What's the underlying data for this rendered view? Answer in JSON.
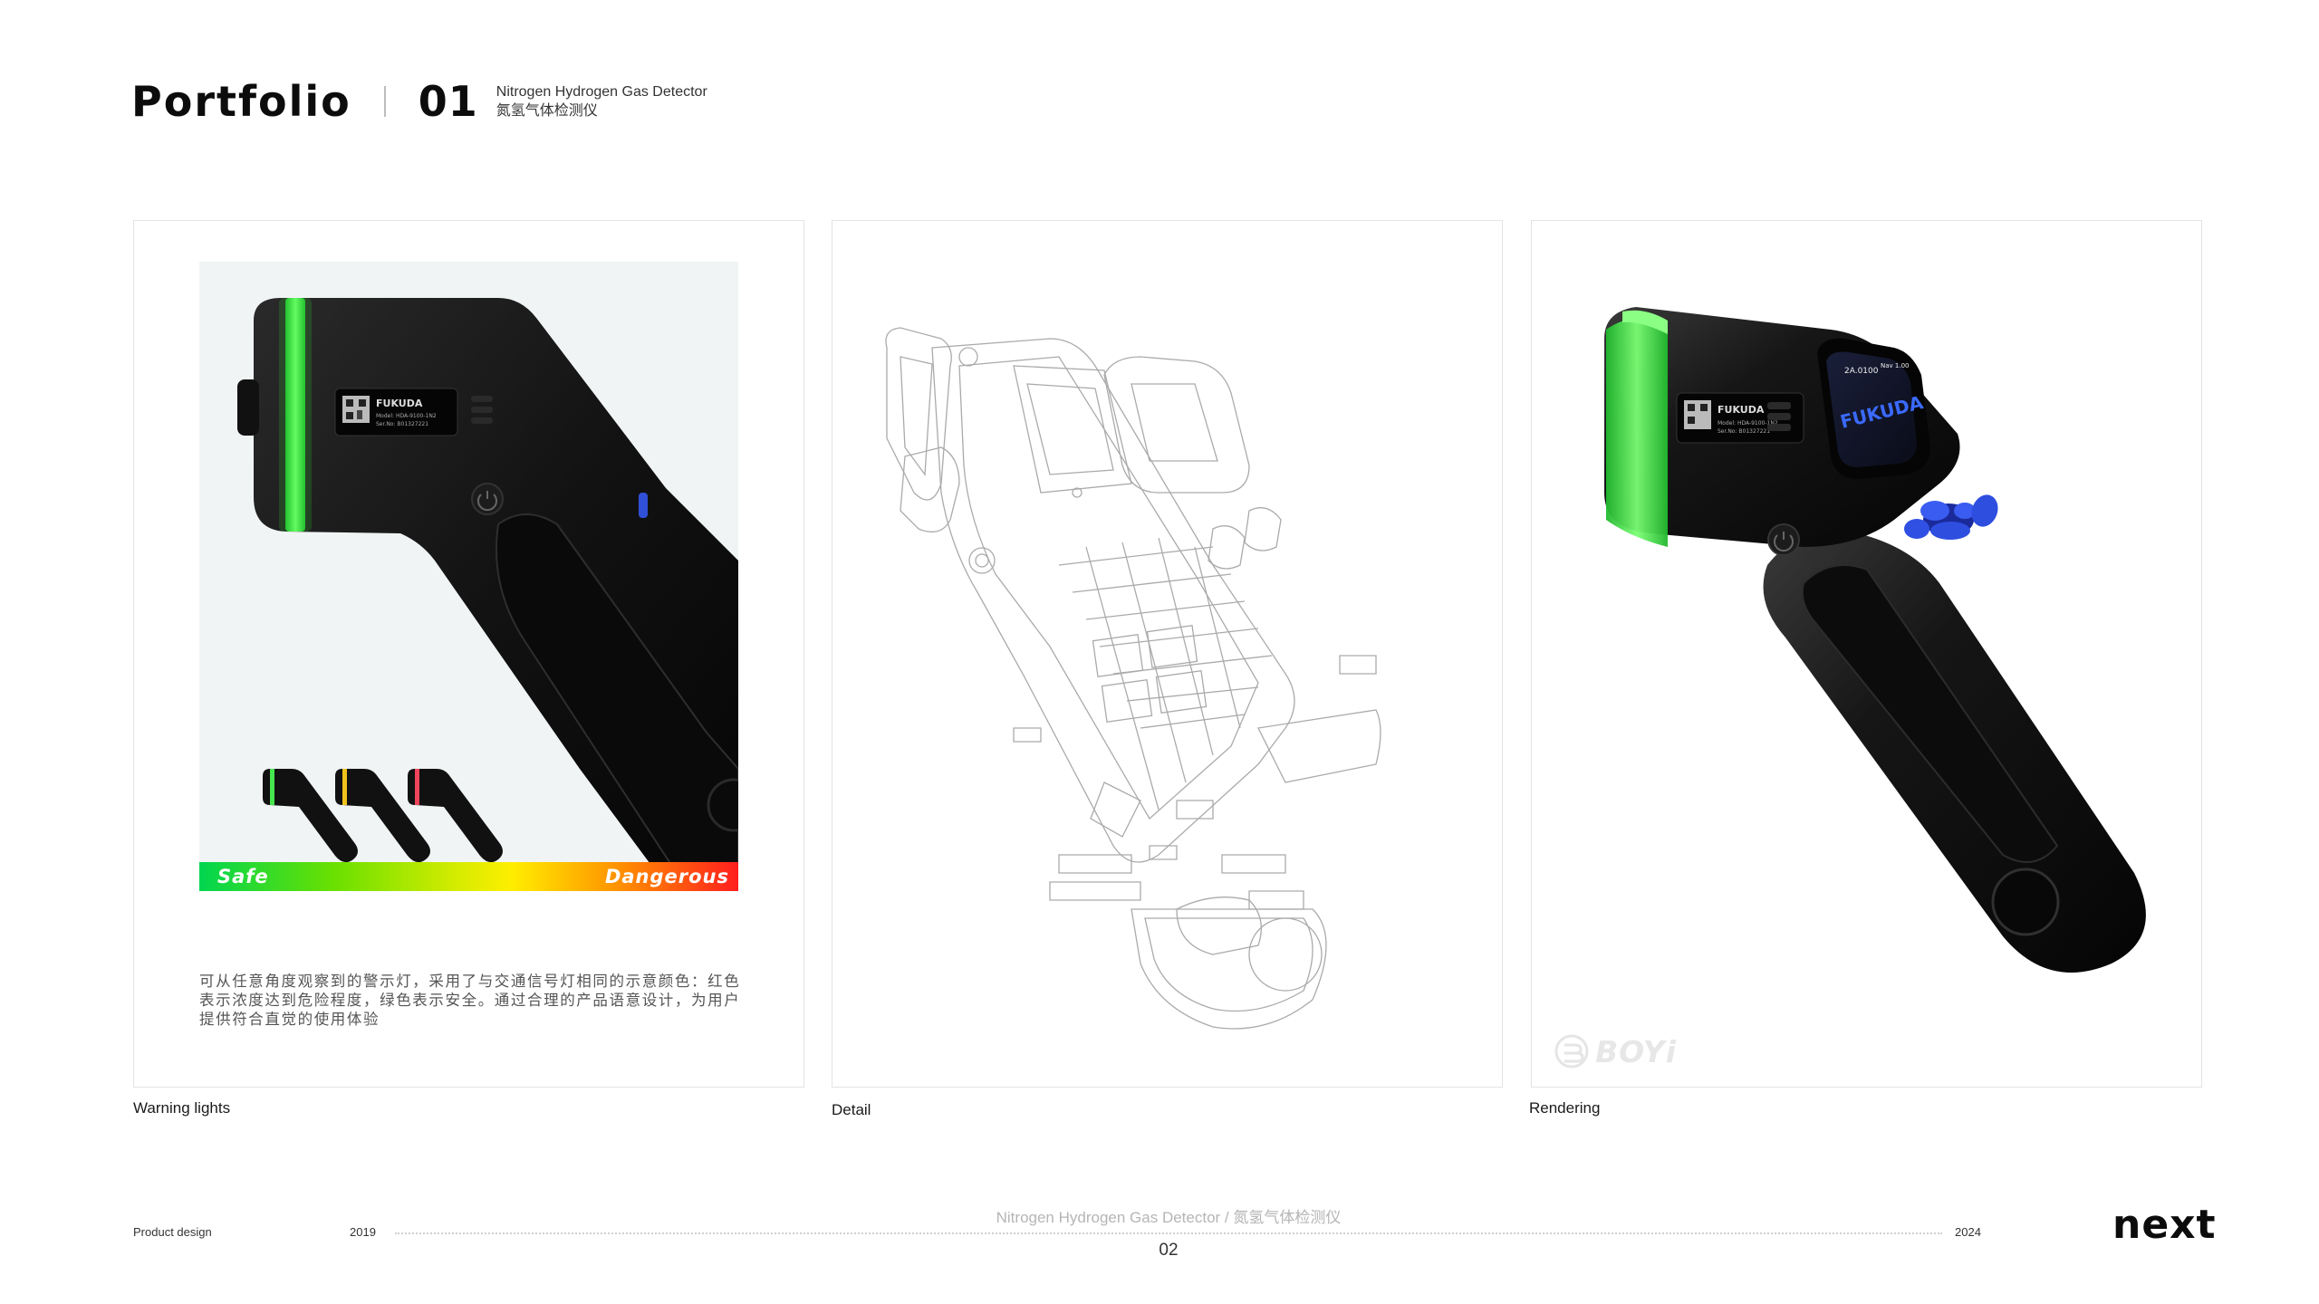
{
  "header": {
    "title": "Portfolio",
    "number": "01",
    "subtitle_en": "Nitrogen Hydrogen Gas Detector",
    "subtitle_cn": "氮氢气体检测仪"
  },
  "cards": [
    {
      "caption": "Warning lights",
      "gradient_labels": {
        "left": "Safe",
        "right": "Dangerous"
      },
      "description": "可从任意角度观察到的警示灯，采用了与交通信号灯相同的示意颜色：红色表示浓度达到危险程度，绿色表示安全。通过合理的产品语意设计，为用户提供符合直觉的使用体验",
      "device_label": {
        "brand": "FUKUDA",
        "model": "Model: HDA-9100-1N2",
        "serial": "Ser.No: B01327221"
      },
      "thumbnail_light_colors": [
        "#46e64e",
        "#f0c21c",
        "#f0445a"
      ]
    },
    {
      "caption": "Detail"
    },
    {
      "caption": "Rendering",
      "screen_brand": "FUKUDA",
      "device_label": {
        "brand": "FUKUDA",
        "model": "Model: HDA-9100-1N2",
        "serial": "Ser.No: B01327221"
      },
      "watermark": "BOYi"
    }
  ],
  "footer": {
    "category": "Product design",
    "year_start": "2019",
    "year_end": "2024",
    "center_title": "Nitrogen Hydrogen Gas Detector / 氮氢气体检测仪",
    "page": "02",
    "next_label": "next"
  },
  "colors": {
    "accent_green": "#39e83f",
    "device_body": "#141414",
    "button_blue": "#2f4fd8"
  }
}
